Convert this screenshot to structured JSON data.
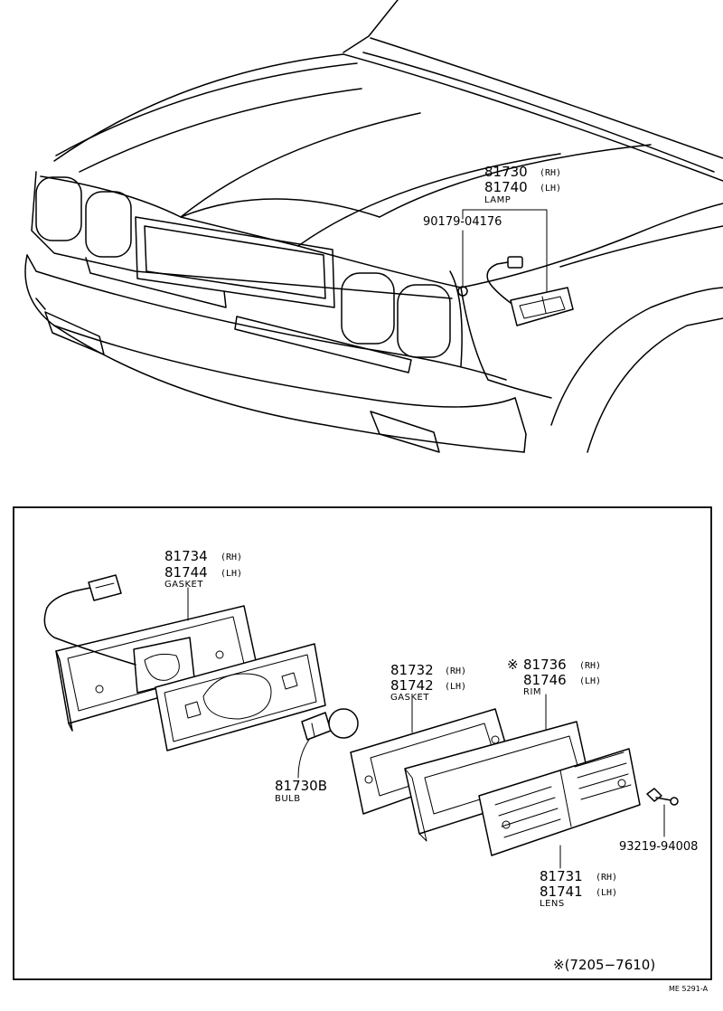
{
  "overview": {
    "lamp": {
      "rh": "81730",
      "rh_side": "(RH)",
      "lh": "81740",
      "lh_side": "(LH)",
      "caption": "LAMP"
    },
    "nut": "90179-04176"
  },
  "detail": {
    "gasket_rear": {
      "rh": "81734",
      "rh_side": "(RH)",
      "lh": "81744",
      "lh_side": "(LH)",
      "caption": "GASKET"
    },
    "gasket_front": {
      "rh": "81732",
      "rh_side": "(RH)",
      "lh": "81742",
      "lh_side": "(LH)",
      "caption": "GASKET"
    },
    "rim": {
      "mark": "※",
      "rh": "81736",
      "rh_side": "(RH)",
      "lh": "81746",
      "lh_side": "(LH)",
      "caption": "RIM"
    },
    "bulb": {
      "number": "81730B",
      "caption": "BULB"
    },
    "screw": "93219-94008",
    "lens": {
      "rh": "81731",
      "rh_side": "(RH)",
      "lh": "81741",
      "lh_side": "(LH)",
      "caption": "LENS"
    },
    "period_note": "※(7205−7610)"
  },
  "figure_id": "ME 5291-A"
}
